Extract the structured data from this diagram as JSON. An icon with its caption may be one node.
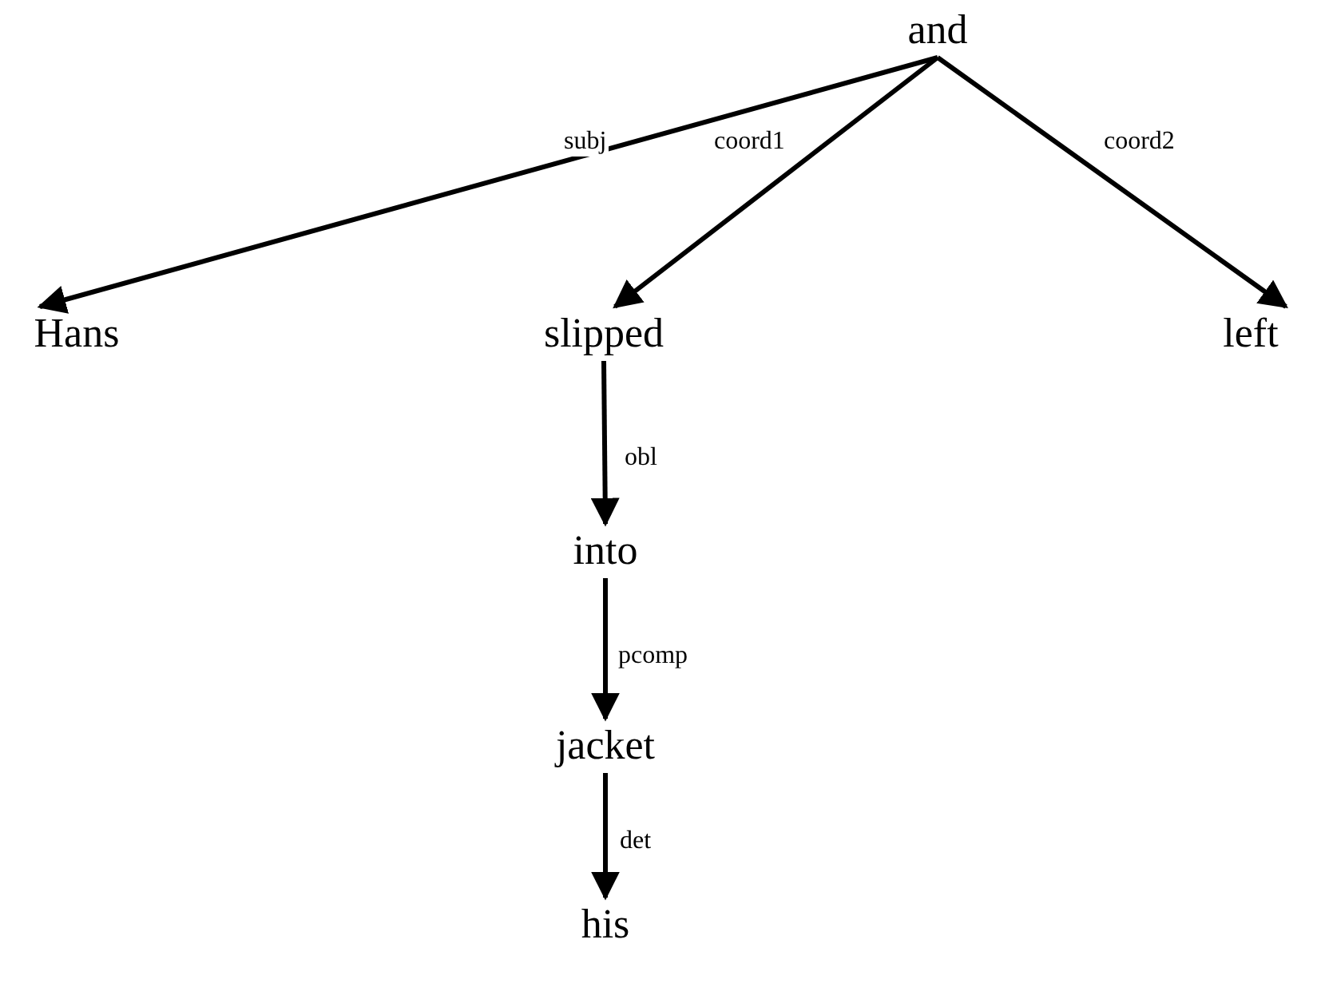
{
  "diagram": {
    "nodes": [
      {
        "text": [
          "and"
        ]
      },
      {
        "text": [
          "Hans"
        ]
      },
      {
        "text": [
          "slipped"
        ]
      },
      {
        "text": [
          "left"
        ]
      },
      {
        "text": [
          "into"
        ]
      },
      {
        "text": [
          "jacket"
        ]
      },
      {
        "text": [
          "his"
        ]
      }
    ],
    "edges": [
      {
        "from": 0,
        "to": 1,
        "arrow": "to",
        "label": "subj"
      },
      {
        "from": 0,
        "to": 2,
        "arrow": "to",
        "label": "coord1"
      },
      {
        "from": 0,
        "to": 3,
        "arrow": "to",
        "label": "coord2"
      },
      {
        "from": 2,
        "to": 4,
        "arrow": "to",
        "label": "obl"
      },
      {
        "from": 4,
        "to": 5,
        "arrow": "to",
        "label": "pcomp"
      },
      {
        "from": 5,
        "to": 6,
        "arrow": "to",
        "label": "det"
      }
    ]
  }
}
